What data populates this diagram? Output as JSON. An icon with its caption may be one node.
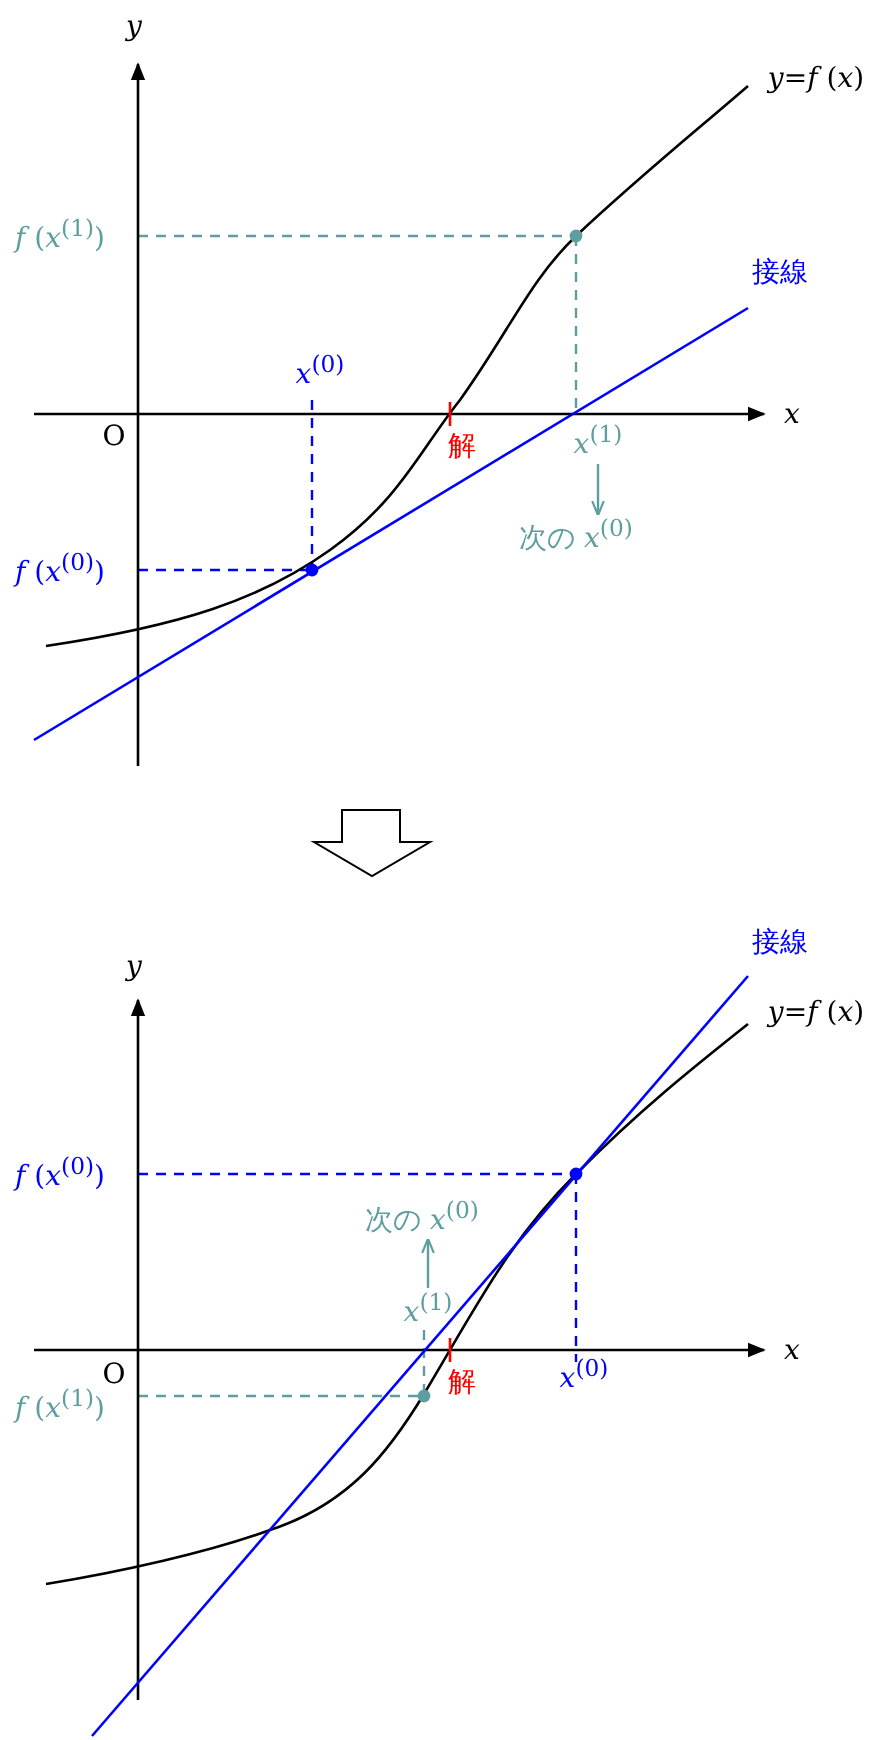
{
  "diagram": {
    "nodes": [
      {
        "text": [
          "*x*$^{(1)}$"
        ]
      },
      {
        "text": [
          "次の *x*$^{(0)}$"
        ]
      },
      {
        "text": [
          "*x*$^{(1)}$"
        ]
      },
      {
        "text": [
          "次の *x*$^{(0)}$"
        ]
      }
    ],
    "edges": [
      {
        "from": 0,
        "to": 1,
        "arrow": "to"
      },
      {
        "from": 2,
        "to": 3,
        "arrow": "to"
      }
    ],
    "labels": [
      "*y*",
      "*y*=*f* (*x*)",
      "*f* (*x*$^{(1)}$)",
      "接線",
      "*x*$^{(0)}$",
      "*x*",
      "O",
      "解",
      "*f* (*x*$^{(0)}$)",
      "*y*",
      "接線",
      "*y*=*f* (*x*)",
      "*f* (*x*$^{(0)}$)",
      "*x*",
      "O",
      "解",
      "*f* (*x*$^{(1)}$)",
      "*x*$^{(0)}$"
    ]
  }
}
